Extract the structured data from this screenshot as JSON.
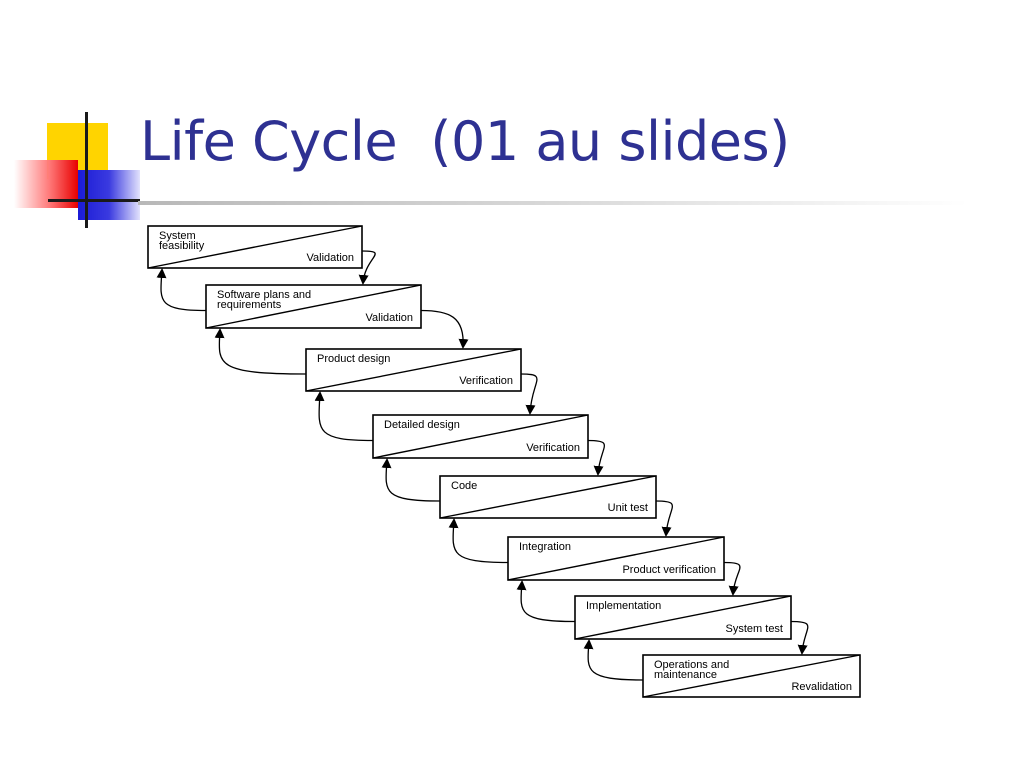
{
  "slide": {
    "title": "Life Cycle  (01 au slides)"
  },
  "colors": {
    "title": "#2e3192",
    "logo_yellow": "#ffd400",
    "logo_red": "#e80000",
    "logo_blue": "#1b1bd6"
  },
  "diagram": {
    "type": "waterfall",
    "stages": [
      {
        "top": [
          "System",
          "feasibility"
        ],
        "bottom": "Validation"
      },
      {
        "top": [
          "Software plans and",
          "requirements"
        ],
        "bottom": "Validation"
      },
      {
        "top": [
          "Product design"
        ],
        "bottom": "Verification"
      },
      {
        "top": [
          "Detailed design"
        ],
        "bottom": "Verification"
      },
      {
        "top": [
          "Code"
        ],
        "bottom": "Unit test"
      },
      {
        "top": [
          "Integration"
        ],
        "bottom": "Product verification"
      },
      {
        "top": [
          "Implementation"
        ],
        "bottom": "System test"
      },
      {
        "top": [
          "Operations and",
          "maintenance"
        ],
        "bottom": "Revalidation"
      }
    ]
  }
}
